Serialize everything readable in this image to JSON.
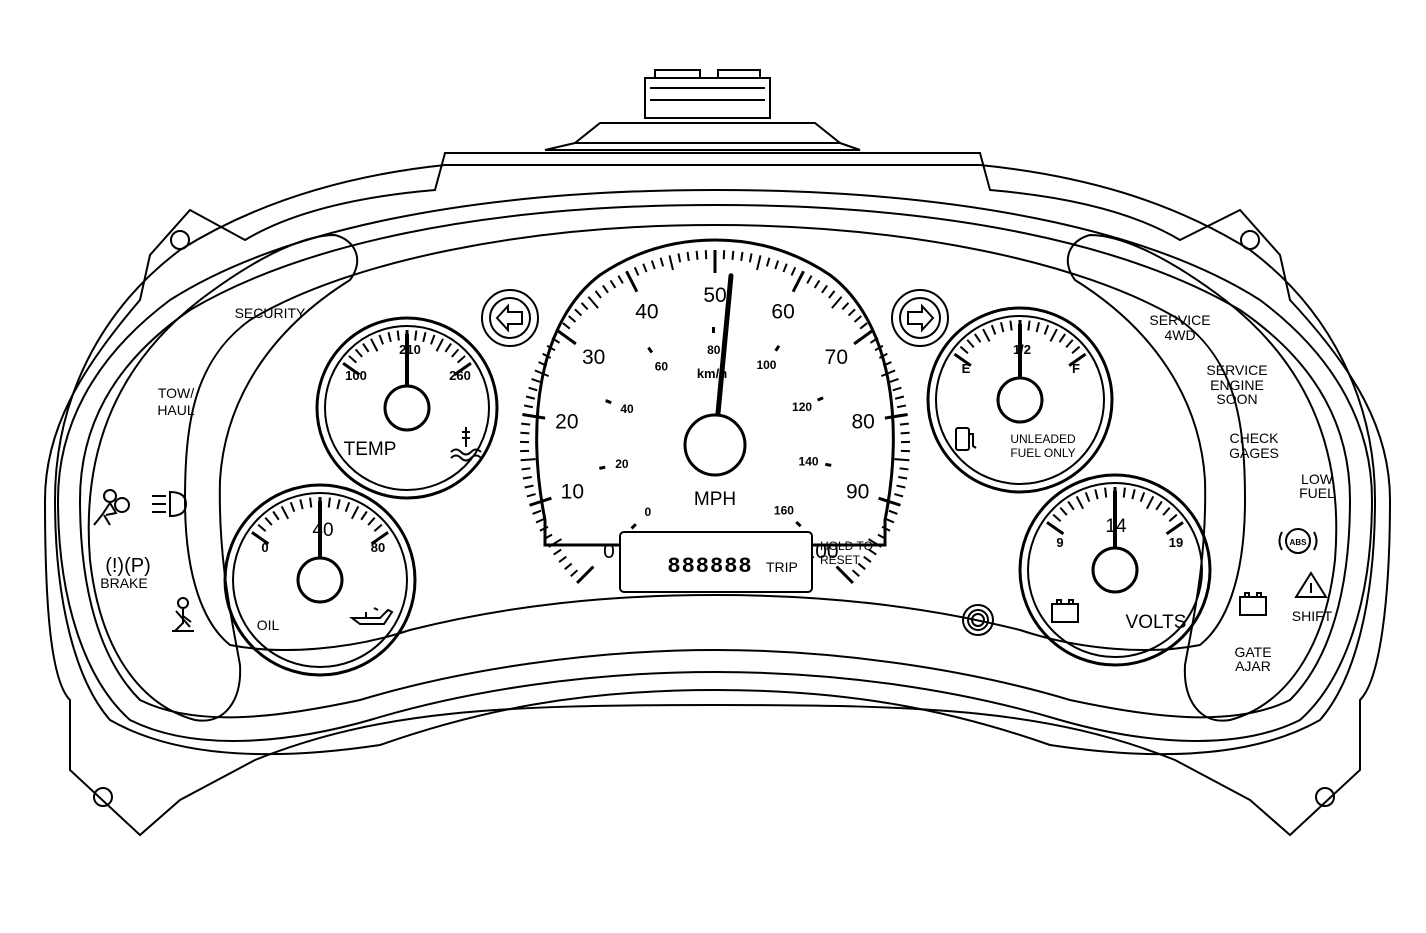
{
  "speedometer": {
    "unit": "MPH",
    "mph_labels": [
      "0",
      "10",
      "20",
      "30",
      "40",
      "50",
      "60",
      "70",
      "80",
      "90",
      "100"
    ],
    "kmh_unit": "km/h",
    "kmh_labels": [
      "0",
      "20",
      "40",
      "60",
      "80",
      "100",
      "120",
      "140",
      "160"
    ],
    "needle_value": 52
  },
  "temp_gauge": {
    "label": "TEMP",
    "low": "100",
    "mid": "210",
    "high": "260",
    "icon": "coolant-thermometer-icon"
  },
  "oil_gauge": {
    "label": "OIL",
    "low": "0",
    "mid": "40",
    "high": "80",
    "icon": "oil-can-icon"
  },
  "fuel_gauge": {
    "label_empty": "E",
    "label_half": "1/2",
    "label_full": "F",
    "note_line1": "UNLEADED",
    "note_line2": "FUEL ONLY",
    "icon": "fuel-pump-icon"
  },
  "volts_gauge": {
    "label": "VOLTS",
    "low": "9",
    "mid": "14",
    "high": "19",
    "icon": "battery-icon"
  },
  "odometer": {
    "display": "888888",
    "trip": "TRIP",
    "hold_line1": "HOLD TO",
    "hold_line2": "RESET"
  },
  "left_indicators": {
    "security": "SECURITY",
    "tow_line1": "TOW/",
    "tow_line2": "HAUL",
    "brake": "BRAKE",
    "brake_symbols": "(!)(P)"
  },
  "right_indicators": {
    "service_4wd_line1": "SERVICE",
    "service_4wd_line2": "4WD",
    "ses_line1": "SERVICE",
    "ses_line2": "ENGINE",
    "ses_line3": "SOON",
    "check_line1": "CHECK",
    "check_line2": "GAGES",
    "low_fuel_line1": "LOW",
    "low_fuel_line2": "FUEL",
    "abs": "ABS",
    "shift": "SHIFT",
    "gate_line1": "GATE",
    "gate_line2": "AJAR"
  },
  "icons": [
    "left-turn-arrow-icon",
    "right-turn-arrow-icon",
    "airbag-icon",
    "headlamp-icon",
    "seatbelt-icon",
    "battery-icon",
    "abs-icon",
    "upshift-triangle-icon",
    "reset-knob-icon",
    "mounting-hole-icon"
  ]
}
